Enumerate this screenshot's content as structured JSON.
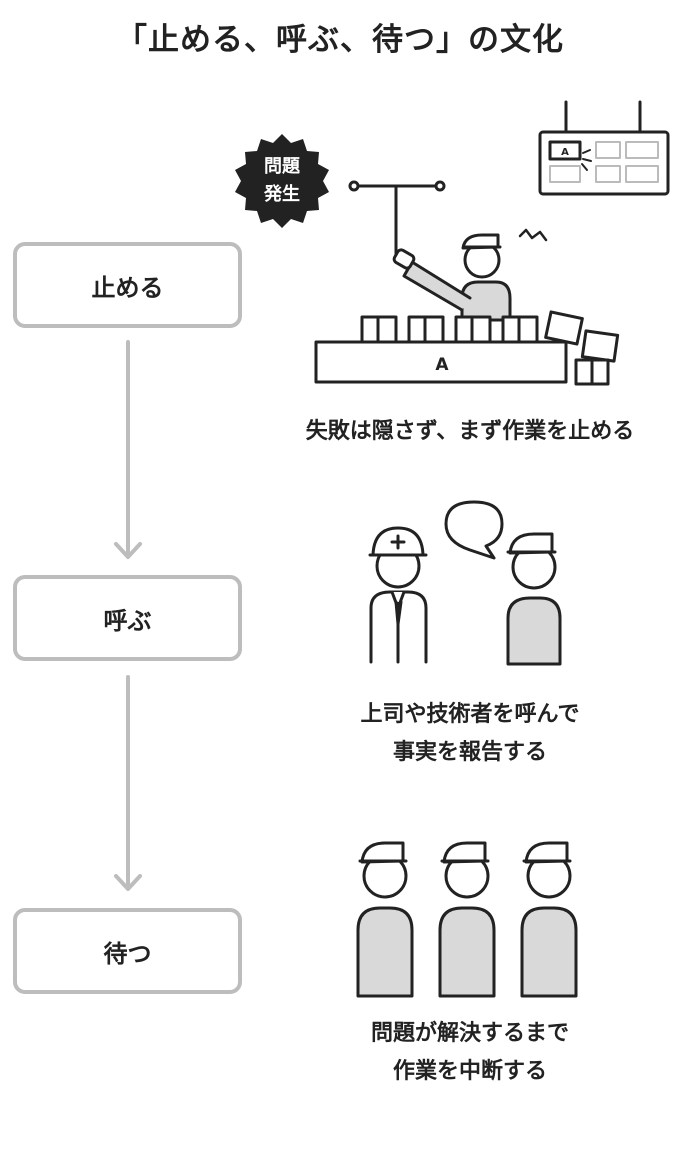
{
  "title": "「止める、呼ぶ、待つ」の文化",
  "steps": [
    {
      "label": "止める"
    },
    {
      "label": "呼ぶ"
    },
    {
      "label": "待つ"
    }
  ],
  "captions": [
    {
      "lines": [
        "失敗は隠さず、まず作業を止める"
      ]
    },
    {
      "lines": [
        "上司や技術者を呼んで",
        "事実を報告する"
      ]
    },
    {
      "lines": [
        "問題が解決するまで",
        "作業を中断する"
      ]
    }
  ],
  "problem_badge": [
    "問題",
    "発生"
  ],
  "conveyor_label": "A",
  "panel_label": "A",
  "colors": {
    "box_border": "#bdbdbd",
    "arrow": "#bdbdbd",
    "figure_fill": "#d9d9d9",
    "line": "#222222"
  }
}
